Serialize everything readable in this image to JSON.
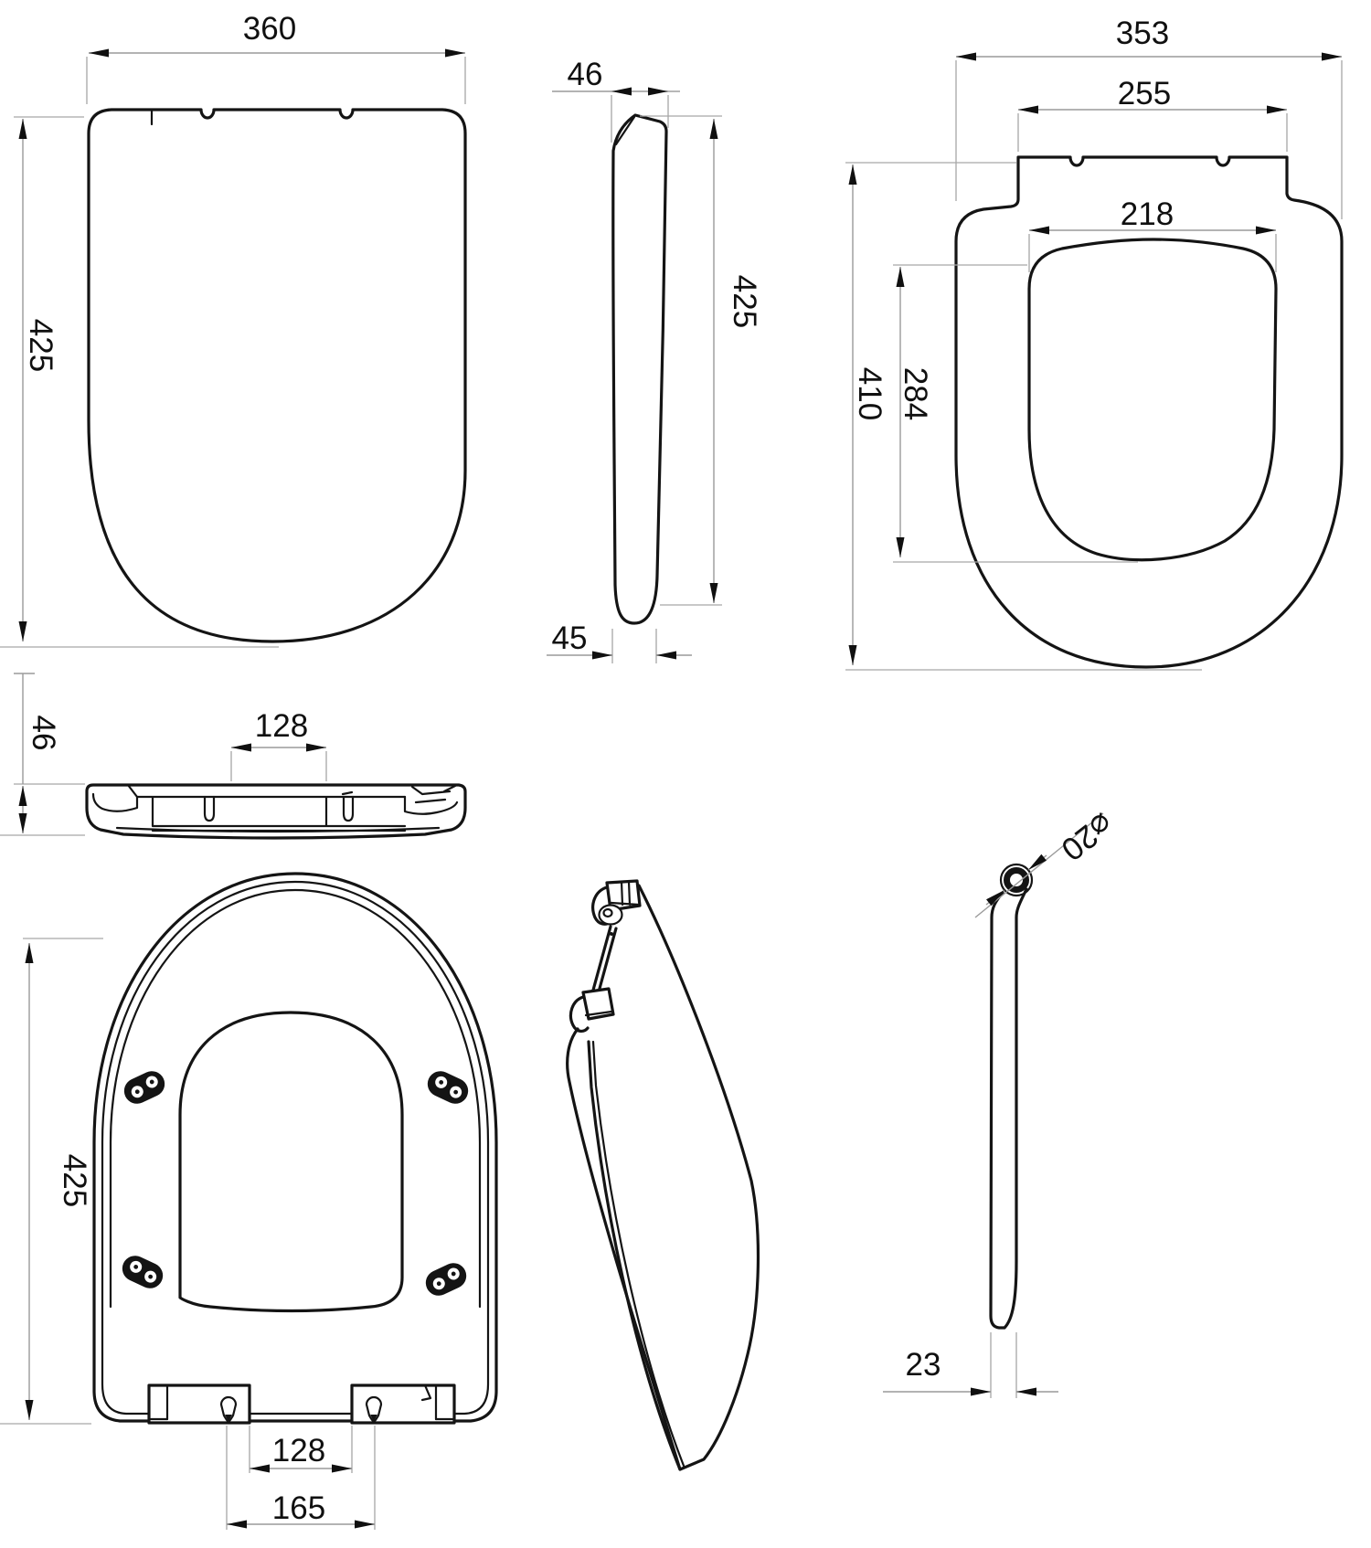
{
  "page": {
    "background_color": "#ffffff",
    "line_color": "#141414",
    "dimension_line_color": "#9a9a9a"
  },
  "views": {
    "lid_top_view": {
      "width": "360",
      "depth": "425"
    },
    "lid_side_view": {
      "top_thickness": "46",
      "depth": "425",
      "bottom_thickness": "45"
    },
    "seat_top_view": {
      "outer_width": "353",
      "hinge_tab_width": "255",
      "opening_width": "218",
      "outer_depth": "410",
      "opening_depth": "284"
    },
    "lid_back_view": {
      "thickness": "46",
      "hinge_spacing": "128"
    },
    "seat_bottom_view": {
      "depth": "425",
      "hinge_inner_spacing": "128",
      "hinge_outer_spacing": "165"
    },
    "seat_profile_view": {
      "hinge_diameter": "⌀20",
      "thickness": "23"
    }
  }
}
